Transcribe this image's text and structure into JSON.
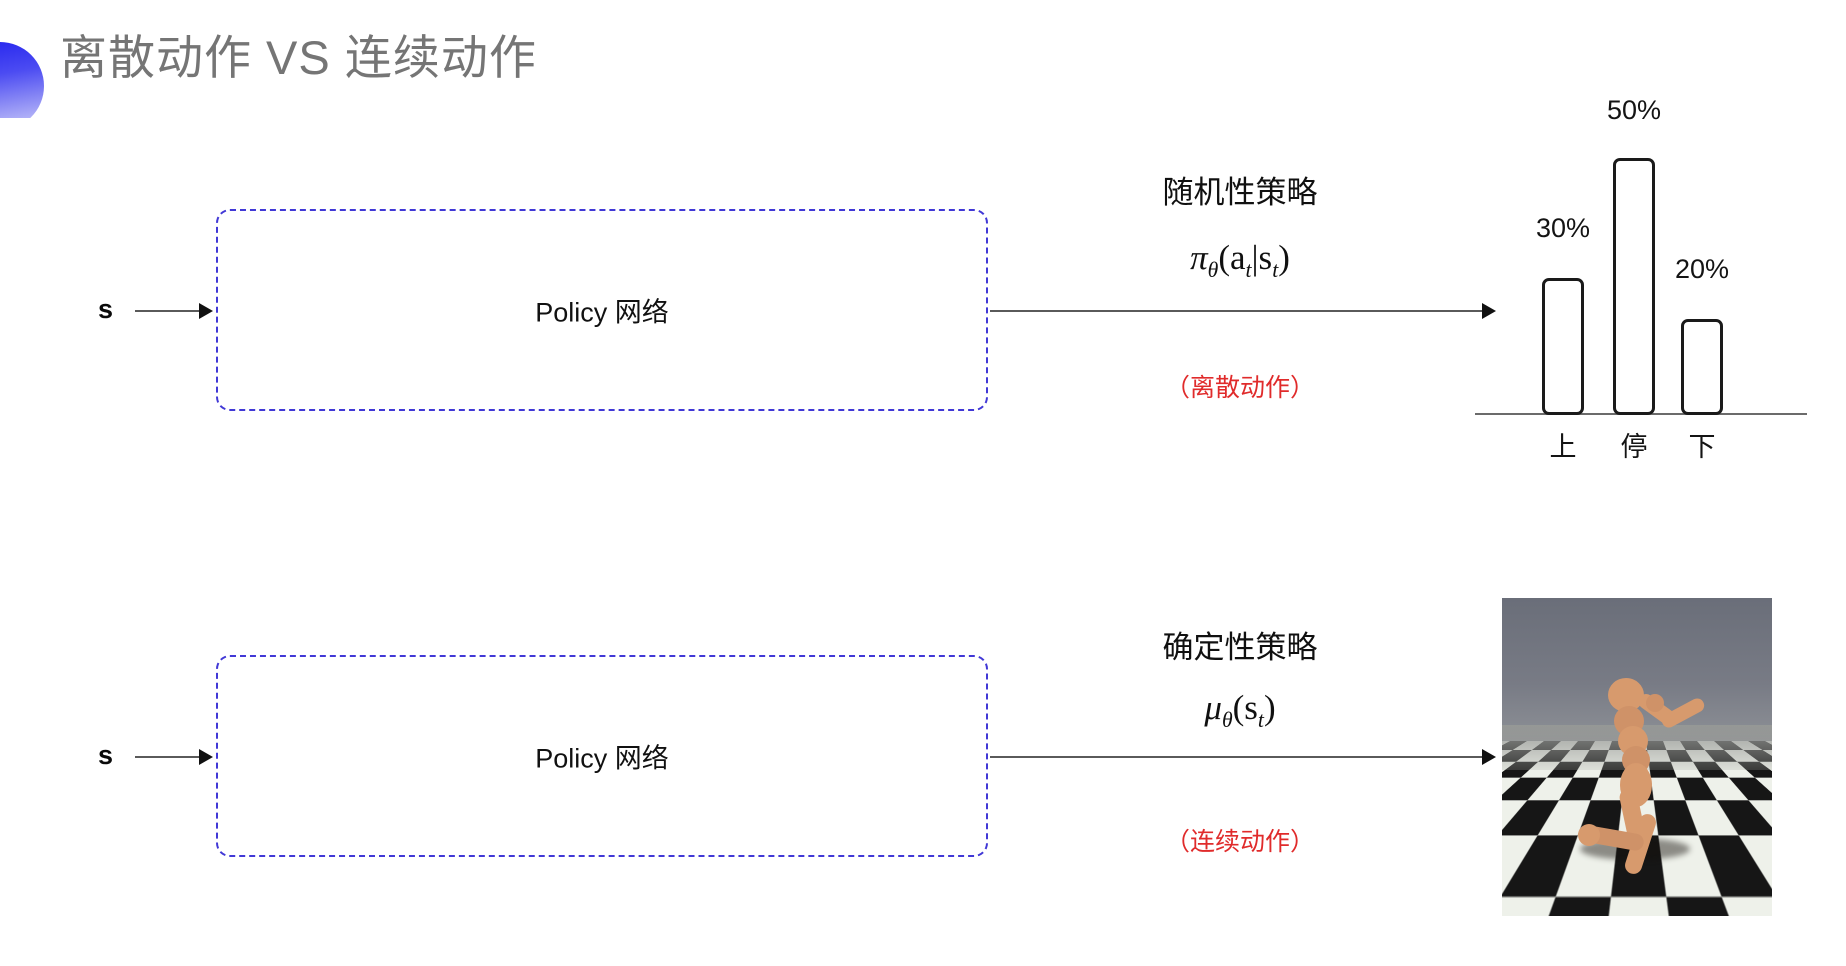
{
  "slide": {
    "title": "离散动作 VS 连续动作",
    "bullet_icon": "half-circle-gradient-bullet",
    "title_color": "#757575",
    "accent_color": "#4138d6",
    "note_color": "#e02b2b"
  },
  "rows": [
    {
      "id": "discrete",
      "state_label": "s",
      "box_label": "Policy 网络",
      "policy_title": "随机性策略",
      "formula_main": "π",
      "formula_theta": "θ",
      "formula_args": "(a",
      "formula_sub_t1": "t",
      "formula_mid": "|s",
      "formula_sub_t2": "t",
      "formula_close": ")",
      "formula_plain": "π_θ(a_t|s_t)",
      "note": "（离散动作）",
      "output_type": "bar-chart"
    },
    {
      "id": "continuous",
      "state_label": "s",
      "box_label": "Policy 网络",
      "policy_title": "确定性策略",
      "formula_main": "μ",
      "formula_theta": "θ",
      "formula_args": "(s",
      "formula_sub_t1": "t",
      "formula_close": ")",
      "formula_plain": "μ_θ(s_t)",
      "note": "（连续动作）",
      "output_type": "humanoid-simulation-image"
    }
  ],
  "chart_data": {
    "type": "bar",
    "title": "",
    "xlabel": "",
    "ylabel": "",
    "categories": [
      "上",
      "停",
      "下"
    ],
    "values": [
      30,
      50,
      20
    ],
    "value_labels": [
      "30%",
      "50%",
      "20%"
    ],
    "ylim": [
      0,
      60
    ],
    "grid": false,
    "legend": false,
    "bar_style": {
      "fill": "#ffffff",
      "stroke": "#1a1a1a",
      "rounded": true
    },
    "axis_line_color": "#6b6b6b"
  },
  "sim_image": {
    "caption": "humanoid-on-checkerboard-floor",
    "sky_color": "#6a6e79",
    "body_color": "#d79a6d",
    "floor_light": "#f2f5ee",
    "floor_dark": "#121212"
  }
}
